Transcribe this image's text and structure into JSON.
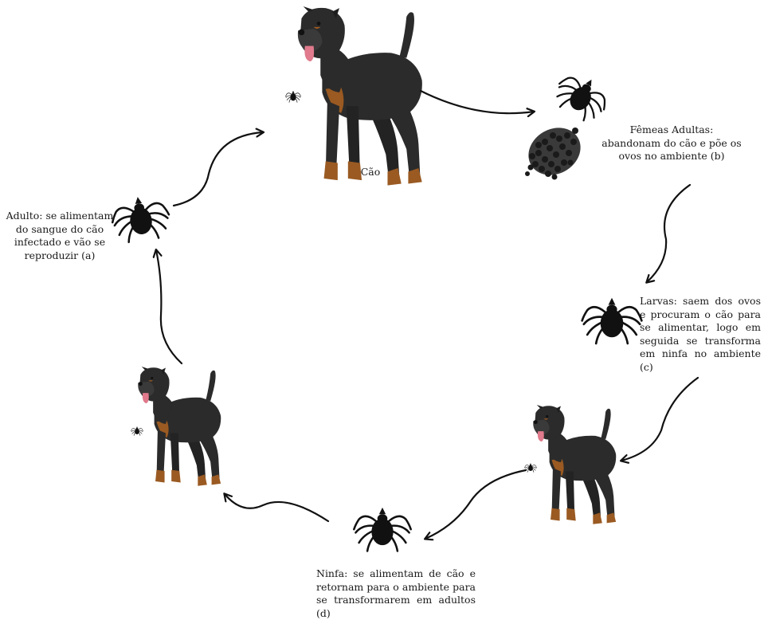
{
  "labels": {
    "dog": "Cão",
    "females": "Fêmeas Adultas: abandonam do cão e põe os ovos no ambiente (b)",
    "larvae": "Larvas: saem dos ovos e procuram o cão para se alimentar, logo em seguida se transforma em ninfa no ambiente (c)",
    "nymph": "Ninfa: se alimentam de cão e retornam para o ambiente para se transformarem em adultos (d)",
    "adult": "Adulto: se alimentam do sangue do cão infectado e vão se reproduzir (a)"
  },
  "colors": {
    "dog_body": "#2b2b2b",
    "dog_tan": "#9a5a22",
    "tongue": "#e07a8c",
    "tick": "#111111",
    "arrow": "#111111"
  },
  "icons": [
    "dog-illustration",
    "tick-icon",
    "egg-cluster-icon",
    "arrow-icon"
  ]
}
